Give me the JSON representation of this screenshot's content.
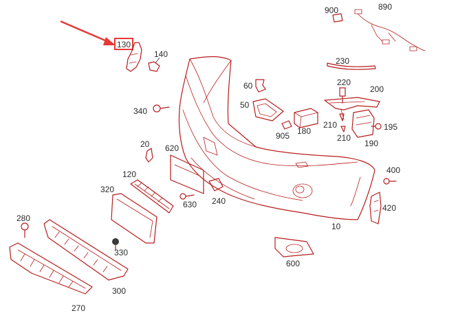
{
  "highlight": {
    "label": "130",
    "arrow_color": "#e53935",
    "box_color": "#e53935"
  },
  "colors": {
    "part_outline": "#b71c1c",
    "label_text": "#2b2b2b"
  },
  "callouts": [
    {
      "id": "900",
      "label": "900"
    },
    {
      "id": "890",
      "label": "890"
    },
    {
      "id": "140",
      "label": "140"
    },
    {
      "id": "230",
      "label": "230"
    },
    {
      "id": "60",
      "label": "60"
    },
    {
      "id": "220",
      "label": "220"
    },
    {
      "id": "200",
      "label": "200"
    },
    {
      "id": "50",
      "label": "50"
    },
    {
      "id": "340",
      "label": "340"
    },
    {
      "id": "180",
      "label": "180"
    },
    {
      "id": "210a",
      "label": "210"
    },
    {
      "id": "195",
      "label": "195"
    },
    {
      "id": "905",
      "label": "905"
    },
    {
      "id": "210b",
      "label": "210"
    },
    {
      "id": "190",
      "label": "190"
    },
    {
      "id": "20",
      "label": "20"
    },
    {
      "id": "620",
      "label": "620"
    },
    {
      "id": "120",
      "label": "120"
    },
    {
      "id": "400",
      "label": "400"
    },
    {
      "id": "320",
      "label": "320"
    },
    {
      "id": "240",
      "label": "240"
    },
    {
      "id": "630",
      "label": "630"
    },
    {
      "id": "420",
      "label": "420"
    },
    {
      "id": "280",
      "label": "280"
    },
    {
      "id": "10",
      "label": "10"
    },
    {
      "id": "330",
      "label": "330"
    },
    {
      "id": "600",
      "label": "600"
    },
    {
      "id": "300",
      "label": "300"
    },
    {
      "id": "270",
      "label": "270"
    }
  ]
}
